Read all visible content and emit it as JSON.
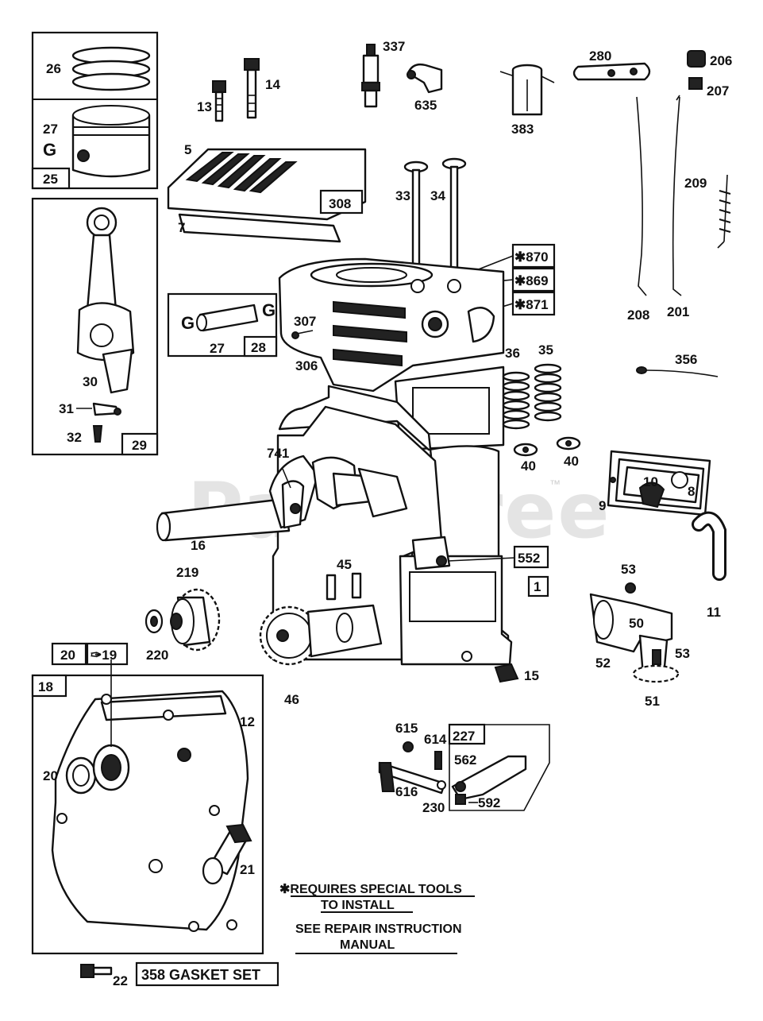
{
  "watermark": "PartsTree",
  "trademark": "™",
  "labels": {
    "l26": "26",
    "l27a": "27",
    "l27g": "G",
    "l25": "25",
    "l13": "13",
    "l14": "14",
    "l337": "337",
    "l635": "635",
    "l383": "383",
    "l280": "280",
    "l206": "206",
    "l207": "207",
    "l5": "5",
    "l7": "7",
    "l308": "308",
    "l33": "33",
    "l34": "34",
    "l870": "✱870",
    "l869": "✱869",
    "l871": "✱871",
    "l209": "209",
    "l208": "208",
    "l201": "201",
    "l307": "307",
    "l306": "306",
    "l27b": "27",
    "l27gb": "G",
    "l28": "28",
    "l30": "30",
    "l31": "31",
    "l32": "32",
    "l29": "29",
    "l356": "356",
    "l36": "36",
    "l35": "35",
    "l40a": "40",
    "l40b": "40",
    "l741": "741",
    "l16": "16",
    "l10": "10",
    "l8": "8",
    "l9": "9",
    "l552": "552",
    "l1": "1",
    "l219": "219",
    "l45": "45",
    "l220": "220",
    "l53a": "53",
    "l50": "50",
    "l53b": "53",
    "l52": "52",
    "l51": "51",
    "l11": "11",
    "l46": "46",
    "l15": "15",
    "l20a": "20",
    "l19": "✑19",
    "l18": "18",
    "l12": "12",
    "l20b": "20",
    "l21": "21",
    "l615": "615",
    "l614": "614",
    "l227": "227",
    "l562": "562",
    "l616": "616",
    "l230": "230",
    "l592": "592",
    "l22": "22"
  },
  "note": {
    "line1": "✱REQUIRES SPECIAL TOOLS",
    "line2": "TO INSTALL",
    "line3": "SEE REPAIR INSTRUCTION",
    "line4": "MANUAL"
  },
  "gasket_set": "358 GASKET SET"
}
